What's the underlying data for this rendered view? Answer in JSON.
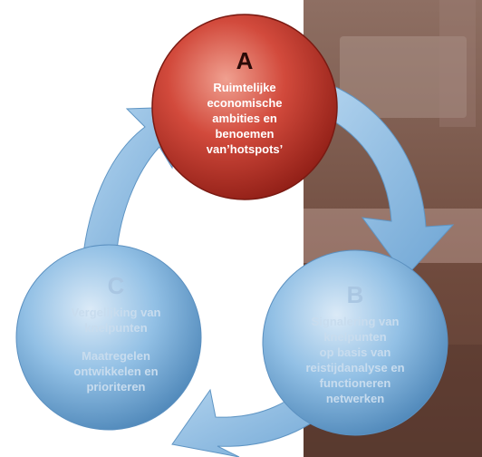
{
  "diagram": {
    "nodes": [
      {
        "letter": "A",
        "lines": [
          "Ruimtelijke",
          "economische",
          "ambities en",
          "benoemen",
          "van’hotspots’"
        ]
      },
      {
        "letter": "B",
        "lines": [
          "Signalering van",
          "knelpunten",
          "op basis van",
          "reistijdanalyse en",
          "functioneren",
          "netwerken"
        ]
      },
      {
        "letter": "C",
        "lines": [
          "Vergelijking van",
          "knelpunten"
        ],
        "lines2": [
          "Maatregelen",
          "ontwikkelen en",
          "prioriteren"
        ]
      }
    ]
  },
  "colors": {
    "node_a": "#c9362b",
    "node_bc": "#7fb2da",
    "arrows": "#8fc0e6"
  }
}
